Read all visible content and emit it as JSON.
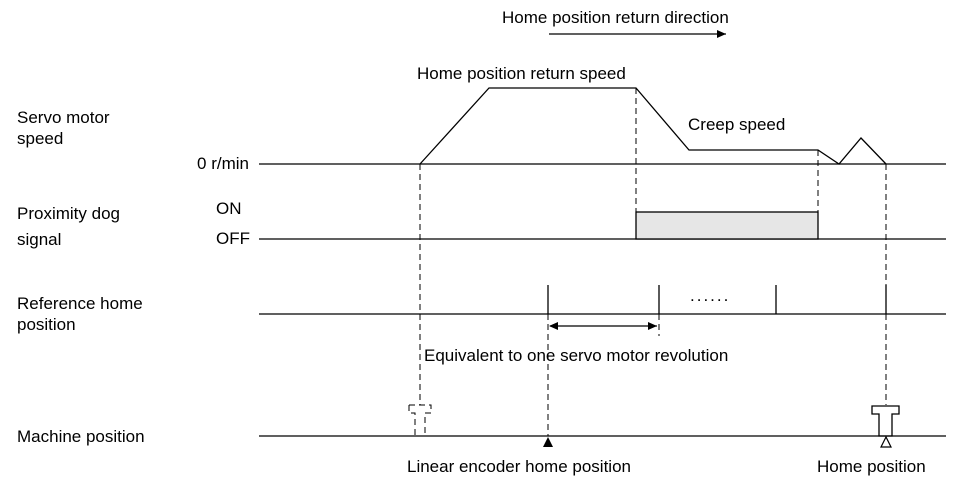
{
  "direction": {
    "label": "Home position return direction"
  },
  "speed": {
    "label_line1": "Servo motor",
    "label_line2": "speed",
    "zero_label": "0 r/min",
    "return_speed_label": "Home position return speed",
    "creep_speed_label": "Creep speed"
  },
  "dog": {
    "label_line1": "Proximity dog",
    "label_line2": "signal",
    "on_label": "ON",
    "off_label": "OFF"
  },
  "reference": {
    "label_line1": "Reference home",
    "label_line2": "position",
    "ellipsis": "......",
    "revolution_label": "Equivalent to one servo motor revolution"
  },
  "machine": {
    "label": "Machine position",
    "encoder_home_label": "Linear encoder home position",
    "home_label": "Home position"
  },
  "colors": {
    "dog_fill": "#e6e6e6",
    "line": "#000000"
  }
}
